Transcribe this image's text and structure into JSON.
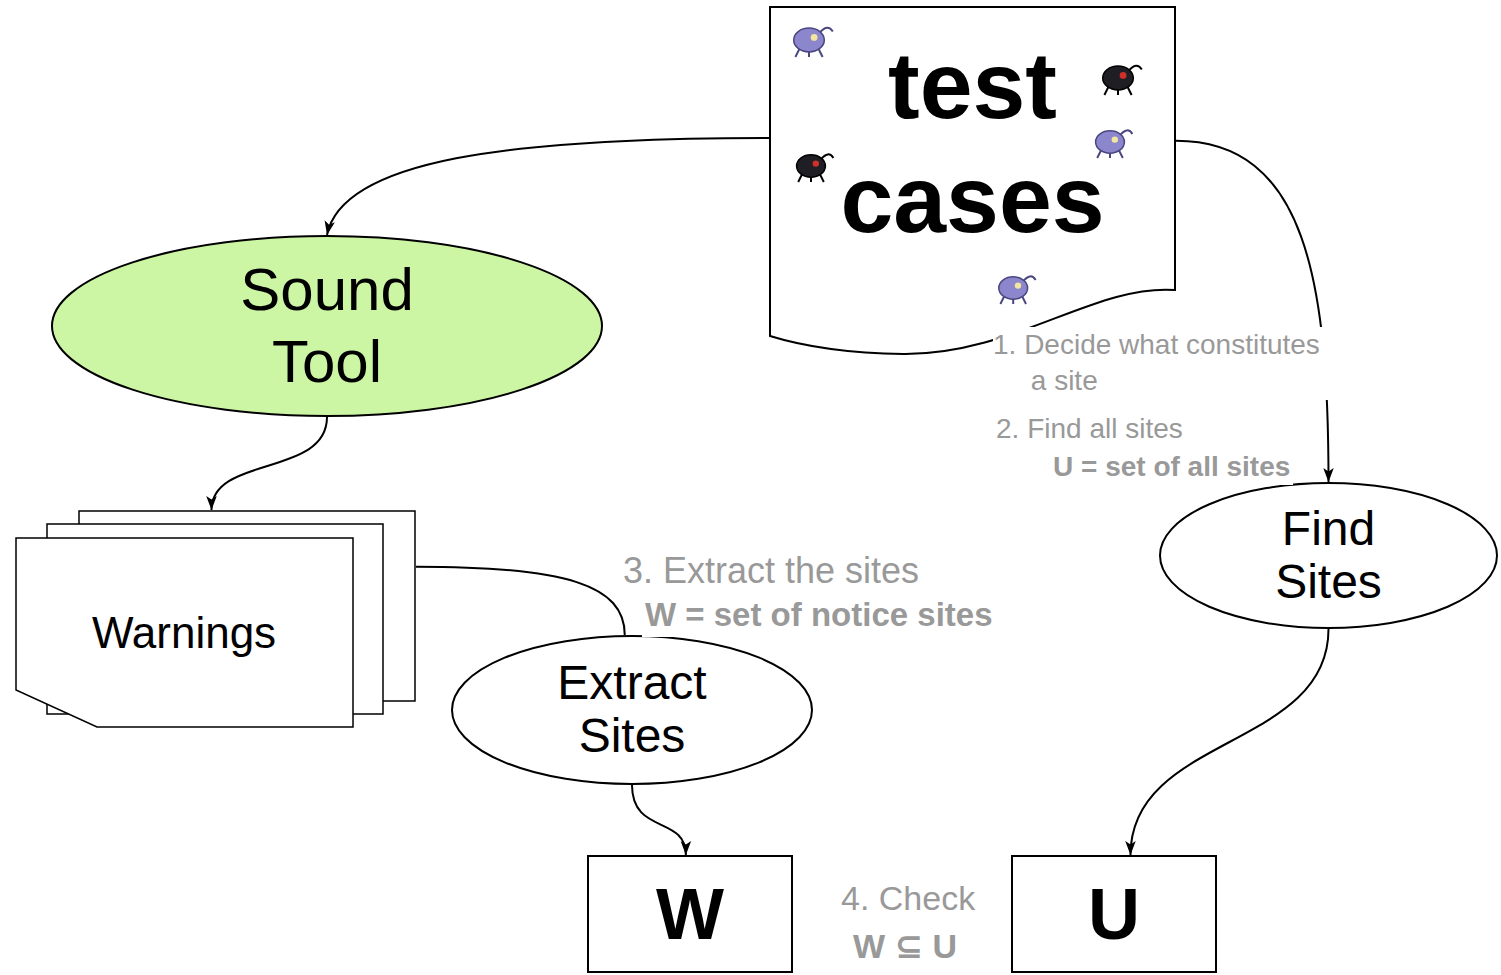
{
  "diagram": {
    "nodes": [
      {
        "text": [
          "test cases"
        ]
      },
      {
        "text": [
          "Sound Tool"
        ]
      },
      {
        "text": [
          "Warnings"
        ]
      },
      {
        "text": [
          "Find Sites"
        ]
      },
      {
        "text": [
          "Extract Sites"
        ]
      },
      {
        "text": [
          "W"
        ]
      },
      {
        "text": [
          "U"
        ]
      }
    ],
    "edges": [
      {
        "from": 0,
        "to": 1,
        "arrow": "to"
      },
      {
        "from": 0,
        "to": 3,
        "arrow": "to"
      },
      {
        "from": 1,
        "to": 2,
        "arrow": "to"
      },
      {
        "from": 2,
        "to": 4,
        "arrow": "none"
      },
      {
        "from": 4,
        "to": 5,
        "arrow": "to"
      },
      {
        "from": 3,
        "to": 6,
        "arrow": "to"
      }
    ],
    "labels": [
      "1. Decide what constitutes a site",
      "2. Find all sites",
      "U = set of all sites",
      "3. Extract the sites",
      "W = set of notice sites",
      "4. Check",
      "W ⊆ U"
    ]
  }
}
